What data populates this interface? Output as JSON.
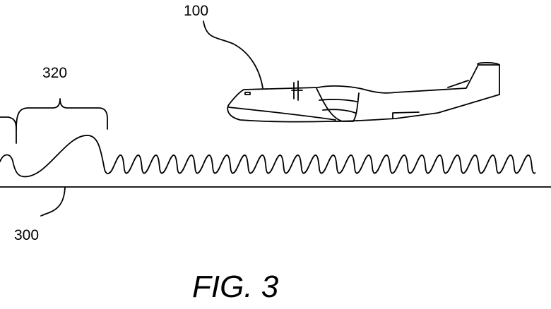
{
  "labels": {
    "aircraft": "100",
    "water_surface": "300",
    "wave_region": "320"
  },
  "figure_caption": "FIG. 3",
  "colors": {
    "line": "#000000",
    "background": "#ffffff"
  }
}
